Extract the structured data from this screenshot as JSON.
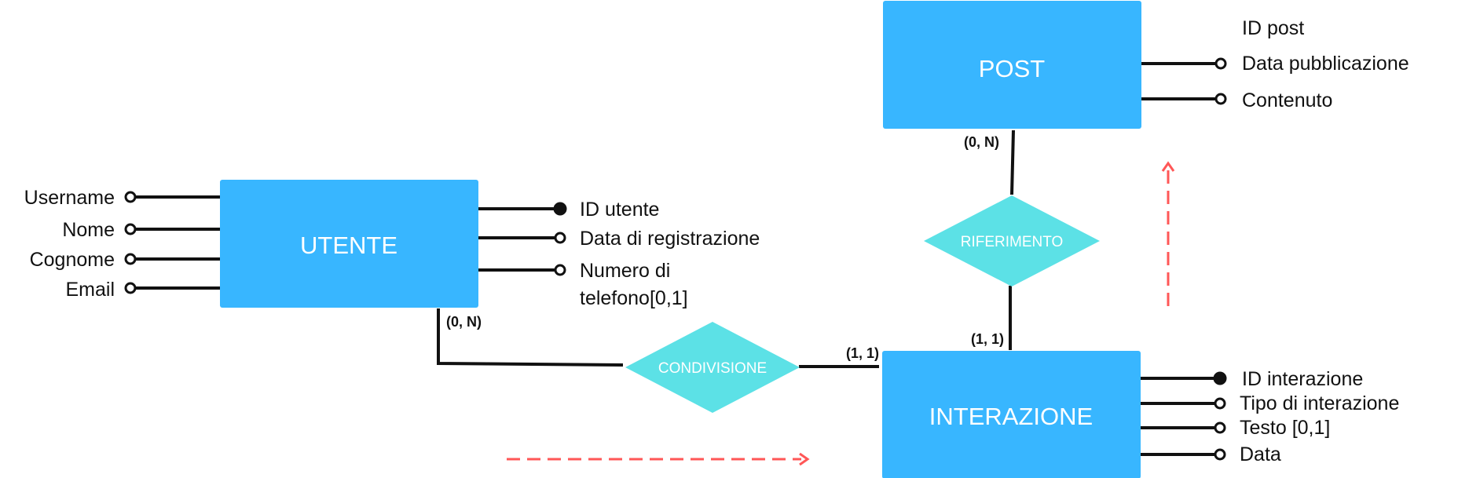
{
  "colors": {
    "entity": "#38b6ff",
    "relationship": "#5ce1e6",
    "line": "#111111",
    "arrow": "#ff5757"
  },
  "entities": {
    "post": {
      "name": "POST",
      "attributes": [
        "ID post",
        "Data pubblicazione",
        "Contenuto"
      ]
    },
    "utente": {
      "name": "UTENTE",
      "left_attributes": [
        "Username",
        "Nome",
        "Cognome",
        "Email"
      ],
      "right_attributes": [
        "ID utente",
        "Data di registrazione",
        "Numero di",
        "telefono[0,1]"
      ]
    },
    "interazione": {
      "name": "INTERAZIONE",
      "attributes": [
        "ID interazione",
        "Tipo di interazione",
        "Testo [0,1]",
        "Data"
      ]
    }
  },
  "relationships": {
    "riferimento": "RIFERIMENTO",
    "condivisione": "CONDIVISIONE"
  },
  "cardinalities": {
    "post_riferimento": "(0, N)",
    "interazione_riferimento": "(1, 1)",
    "utente_condivisione": "(0, N)",
    "interazione_condivisione": "(1, 1)"
  }
}
